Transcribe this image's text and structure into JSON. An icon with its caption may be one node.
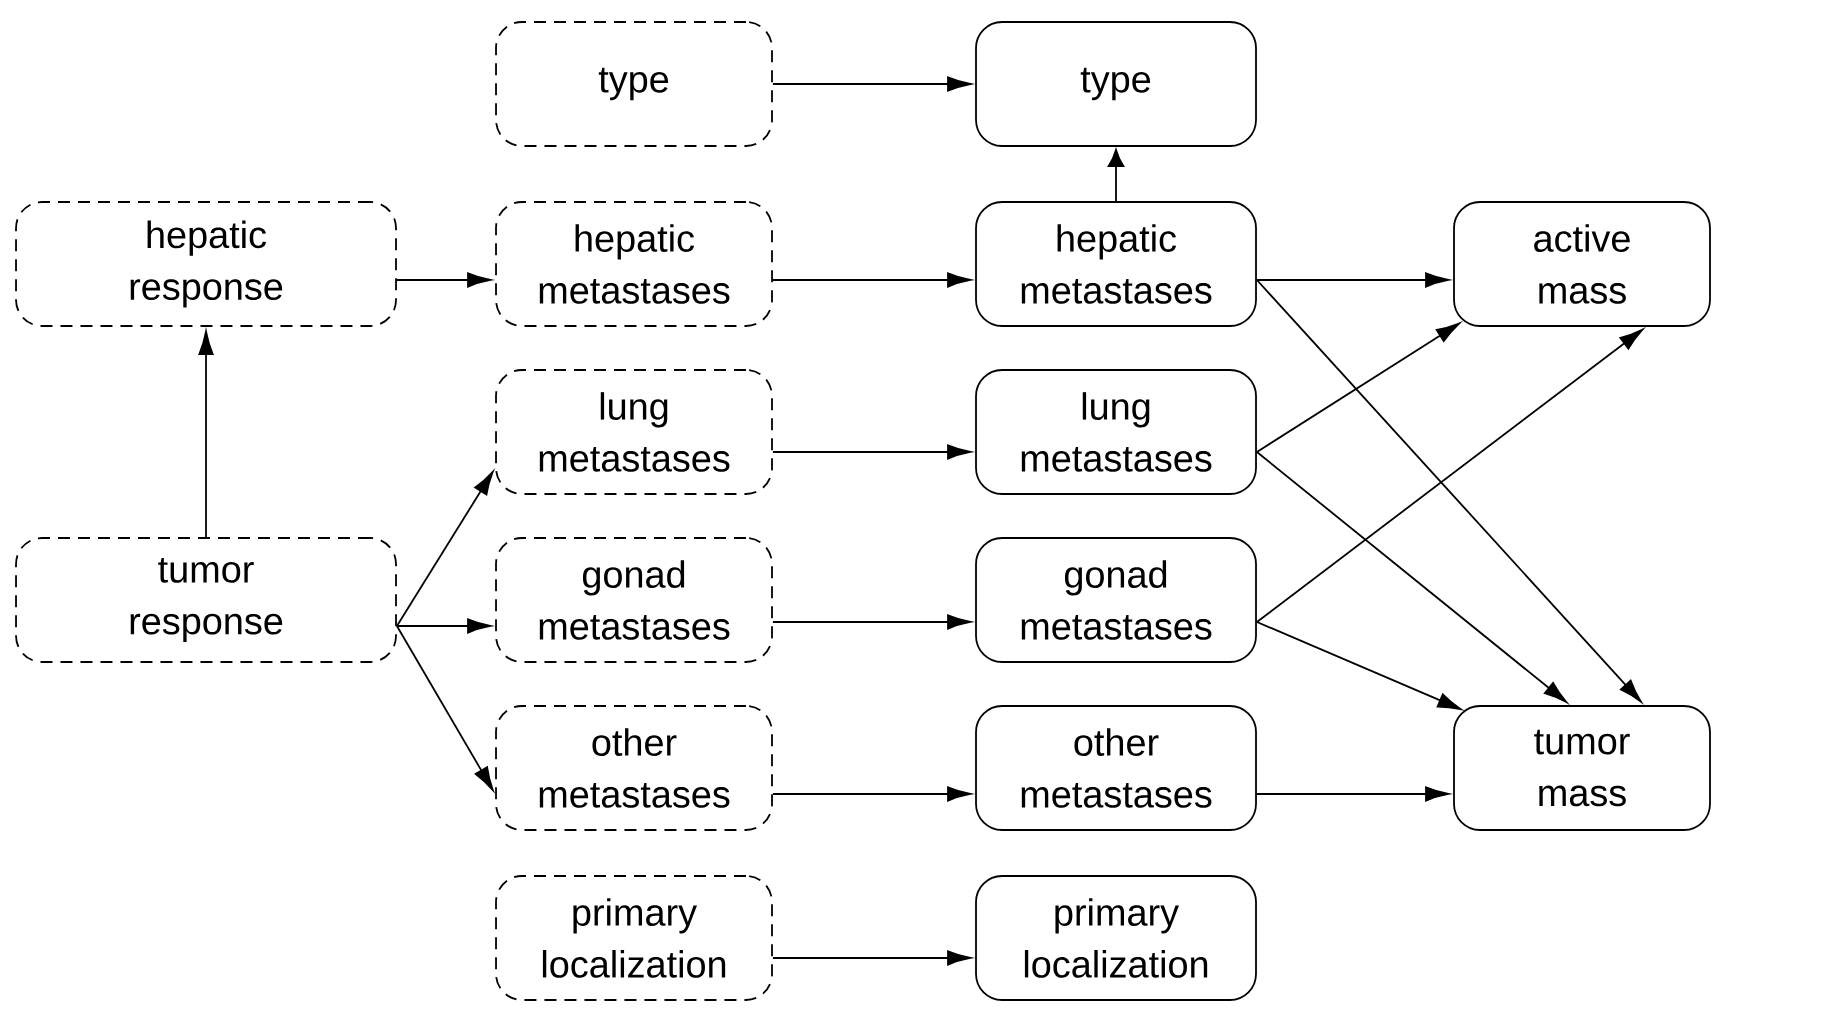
{
  "diagram": {
    "nodes": [
      {
        "text": [
          "type"
        ]
      },
      {
        "text": [
          "type"
        ]
      },
      {
        "text": [
          "hepatic response"
        ]
      },
      {
        "text": [
          "hepatic metastases"
        ]
      },
      {
        "text": [
          "hepatic metastases"
        ]
      },
      {
        "text": [
          "active mass"
        ]
      },
      {
        "text": [
          "lung metastases"
        ]
      },
      {
        "text": [
          "lung metastases"
        ]
      },
      {
        "text": [
          "tumor response"
        ]
      },
      {
        "text": [
          "gonad metastases"
        ]
      },
      {
        "text": [
          "gonad metastases"
        ]
      },
      {
        "text": [
          "other metastases"
        ]
      },
      {
        "text": [
          "other metastases"
        ]
      },
      {
        "text": [
          "tumor mass"
        ]
      },
      {
        "text": [
          "primary localization"
        ]
      },
      {
        "text": [
          "primary localization"
        ]
      }
    ],
    "edges": [
      {
        "from": 0,
        "to": 1,
        "arrow": "to"
      },
      {
        "from": 4,
        "to": 1,
        "arrow": "to"
      },
      {
        "from": 2,
        "to": 3,
        "arrow": "to"
      },
      {
        "from": 3,
        "to": 4,
        "arrow": "to"
      },
      {
        "from": 4,
        "to": 5,
        "arrow": "to"
      },
      {
        "from": 4,
        "to": 13,
        "arrow": "to"
      },
      {
        "from": 8,
        "to": 2,
        "arrow": "to"
      },
      {
        "from": 8,
        "to": 6,
        "arrow": "to"
      },
      {
        "from": 8,
        "to": 9,
        "arrow": "to"
      },
      {
        "from": 8,
        "to": 11,
        "arrow": "to"
      },
      {
        "from": 6,
        "to": 7,
        "arrow": "to"
      },
      {
        "from": 7,
        "to": 5,
        "arrow": "to"
      },
      {
        "from": 7,
        "to": 13,
        "arrow": "to"
      },
      {
        "from": 9,
        "to": 10,
        "arrow": "to"
      },
      {
        "from": 10,
        "to": 5,
        "arrow": "to"
      },
      {
        "from": 10,
        "to": 13,
        "arrow": "to"
      },
      {
        "from": 11,
        "to": 12,
        "arrow": "to"
      },
      {
        "from": 12,
        "to": 13,
        "arrow": "to"
      },
      {
        "from": 14,
        "to": 15,
        "arrow": "to"
      }
    ]
  }
}
